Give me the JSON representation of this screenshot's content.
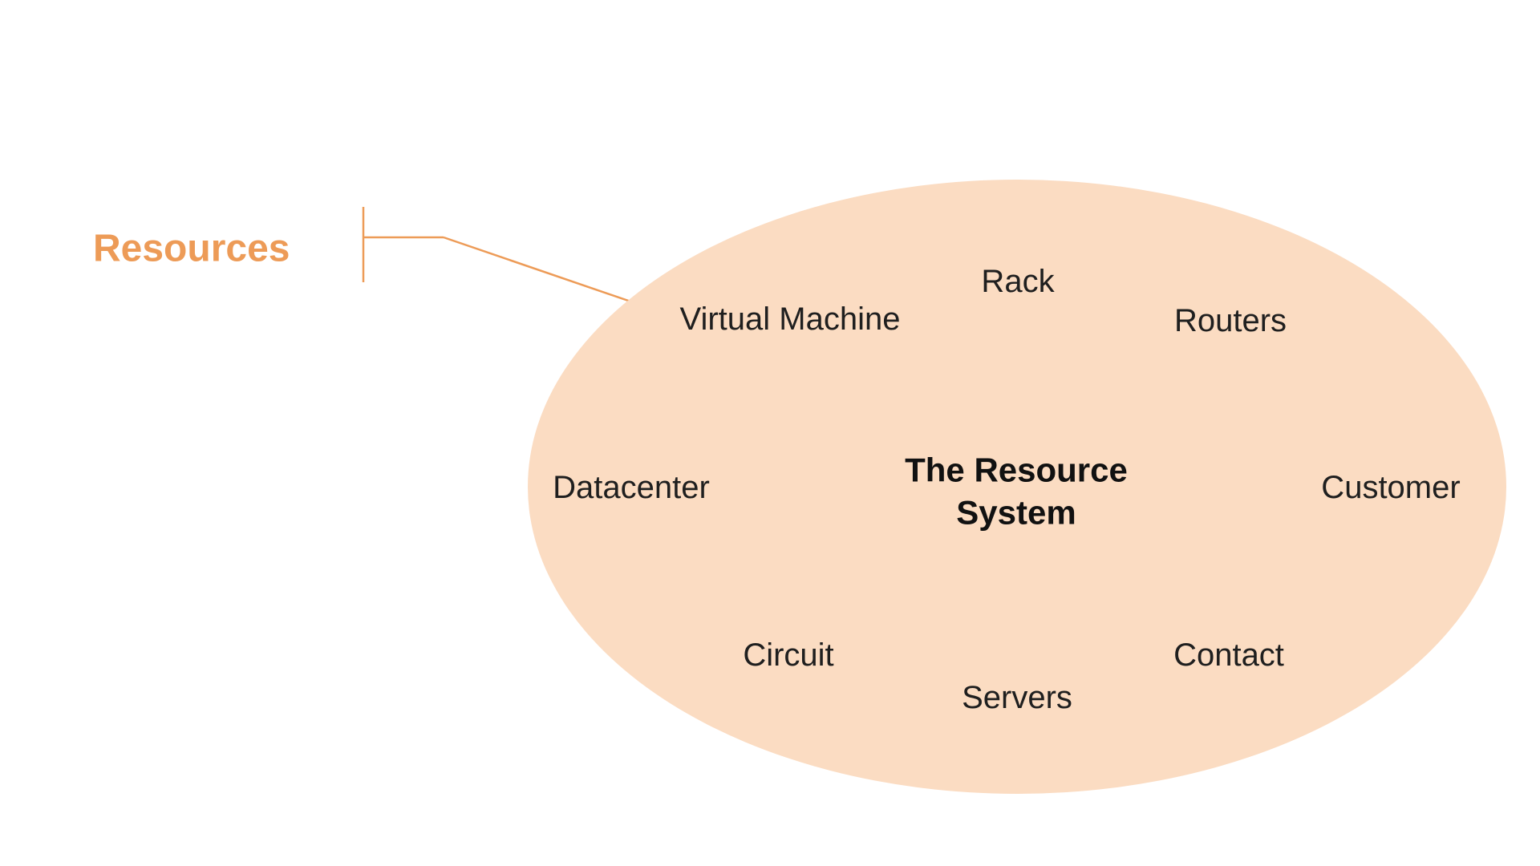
{
  "diagram": {
    "callout_label": "Resources",
    "center_label": "The Resource System",
    "nodes": [
      {
        "label": "Virtual Machine"
      },
      {
        "label": "Rack"
      },
      {
        "label": "Routers"
      },
      {
        "label": "Datacenter"
      },
      {
        "label": "Customer"
      },
      {
        "label": "Circuit"
      },
      {
        "label": "Servers"
      },
      {
        "label": "Contact"
      }
    ],
    "colors": {
      "ellipse_fill": "#fbdcc2",
      "accent": "#ed9b57",
      "text": "#1f1f1f"
    }
  }
}
